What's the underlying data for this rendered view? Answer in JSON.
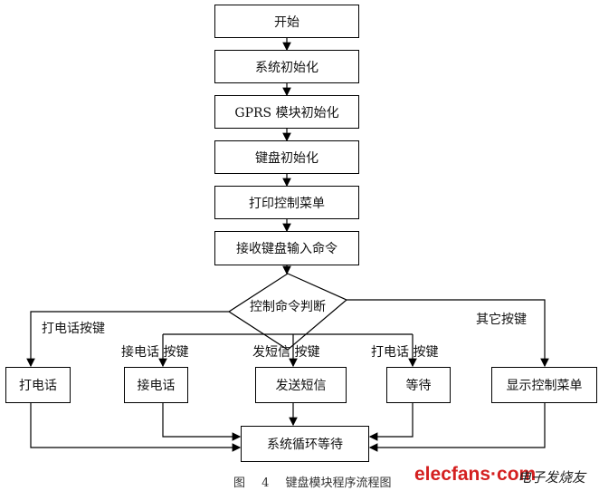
{
  "steps": [
    "开始",
    "系统初始化",
    "GPRS 模块初始化",
    "键盘初始化",
    "打印控制菜单",
    "接收键盘输入命令"
  ],
  "decision": "控制命令判断",
  "branches": [
    {
      "label": "打电话按键",
      "action": "打电话"
    },
    {
      "label": "接电话 按键",
      "action": "接电话"
    },
    {
      "label": "发短信 按键",
      "action": "发送短信"
    },
    {
      "label": "打电话 按键",
      "action": "等待"
    },
    {
      "label": "其它按键",
      "action": "显示控制菜单"
    }
  ],
  "end": "系统循环等待",
  "caption": "图 4 键盘模块程序流程图",
  "watermark": {
    "logo": "elecfans·com",
    "text": "电子发烧友"
  }
}
